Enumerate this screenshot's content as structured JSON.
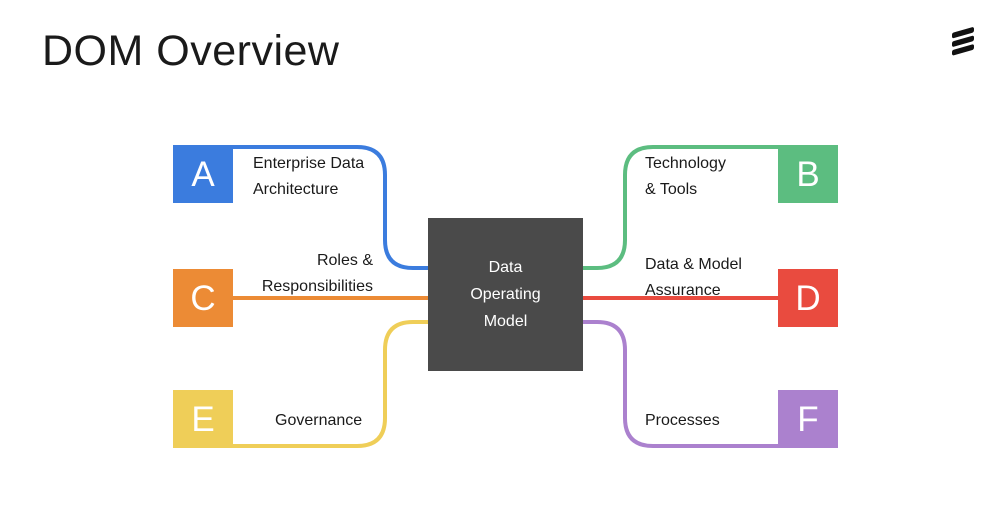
{
  "header": {
    "title": "DOM Overview",
    "logo": "ericsson-logo",
    "logo_color": "#111111"
  },
  "center": {
    "line1": "Data",
    "line2": "Operating",
    "line3": "Model",
    "bg": "#4A4A4A",
    "text_color": "#FFFFFF"
  },
  "nodes": [
    {
      "letter": "A",
      "color": "#3B7CDE",
      "label_line1": "Enterprise Data",
      "label_line2": "Architecture"
    },
    {
      "letter": "B",
      "color": "#5CBD80",
      "label_line1": "Technology",
      "label_line2": "& Tools"
    },
    {
      "letter": "C",
      "color": "#EC8B35",
      "label_line1": "Roles &",
      "label_line2": "Responsibilities"
    },
    {
      "letter": "D",
      "color": "#E94B3F",
      "label_line1": "Data & Model",
      "label_line2": "Assurance"
    },
    {
      "letter": "E",
      "color": "#EFCE58",
      "label_line1": "Governance",
      "label_line2": ""
    },
    {
      "letter": "F",
      "color": "#AB81CE",
      "label_line1": "Processes",
      "label_line2": ""
    }
  ]
}
